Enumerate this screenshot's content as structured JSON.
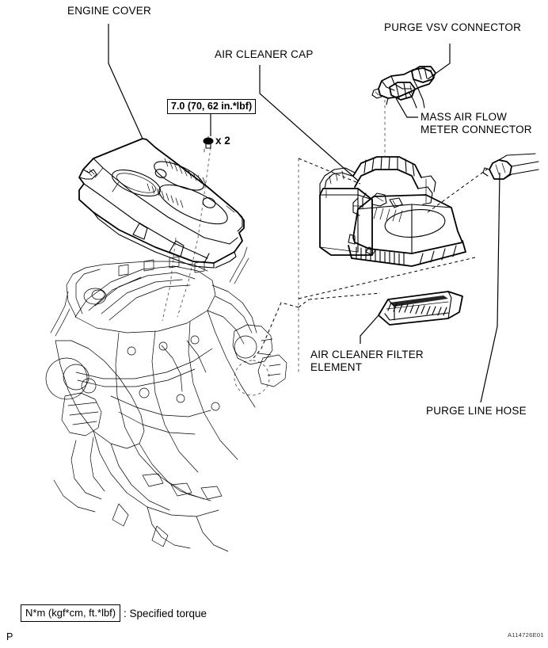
{
  "figure": {
    "code": "A114726E01",
    "page_mark": "P"
  },
  "callouts": [
    {
      "id": "engine-cover",
      "label": "ENGINE COVER"
    },
    {
      "id": "air-cleaner-cap",
      "label": "AIR CLEANER CAP"
    },
    {
      "id": "purge-vsv-connector",
      "label": "PURGE VSV CONNECTOR"
    },
    {
      "id": "mass-air-flow-meter-connector",
      "label": "MASS AIR FLOW\nMETER CONNECTOR"
    },
    {
      "id": "air-cleaner-filter-element",
      "label": "AIR CLEANER FILTER\nELEMENT"
    },
    {
      "id": "purge-line-hose",
      "label": "PURGE LINE HOSE"
    }
  ],
  "torque": {
    "value_box": "7.0 (70, 62 in.*lbf)",
    "fastener_count": "x 2"
  },
  "legend": {
    "units_box": "N*m (kgf*cm, ft.*lbf)",
    "description": ": Specified torque"
  },
  "colors": {
    "line": "#000000",
    "background": "#ffffff"
  }
}
